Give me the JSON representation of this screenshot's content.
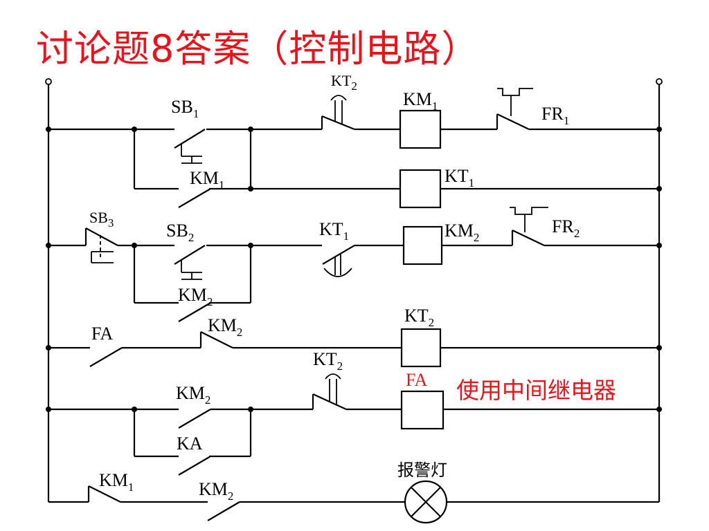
{
  "title": "讨论题8答案（控制电路）",
  "note": "使用中间继电器",
  "components": {
    "sb1": {
      "base": "SB",
      "sub": "1"
    },
    "km1_hold": {
      "base": "KM",
      "sub": "1"
    },
    "kt2_top": {
      "base": "KT",
      "sub": "2"
    },
    "km1_coil": {
      "base": "KM",
      "sub": "1"
    },
    "fr1_contact": {
      "base": "FR",
      "sub": "1"
    },
    "kt1_coil": {
      "base": "KT",
      "sub": "1"
    },
    "sb3": {
      "base": "SB",
      "sub": "3"
    },
    "sb2": {
      "base": "SB",
      "sub": "2"
    },
    "km2_hold": {
      "base": "KM",
      "sub": "2"
    },
    "kt1_delay": {
      "base": "KT",
      "sub": "1"
    },
    "km2_coil": {
      "base": "KM",
      "sub": "2"
    },
    "fr2_contact": {
      "base": "FR",
      "sub": "2"
    },
    "fa_contact": {
      "base": "FA",
      "sub": ""
    },
    "km2_nc": {
      "base": "KM",
      "sub": "2"
    },
    "kt2_coil": {
      "base": "KT",
      "sub": "2"
    },
    "km2_no": {
      "base": "KM",
      "sub": "2"
    },
    "ka_contact": {
      "base": "KA",
      "sub": ""
    },
    "kt2_nc": {
      "base": "KT",
      "sub": "2"
    },
    "fa_coil": {
      "base": "FA",
      "sub": ""
    },
    "km1_lamp": {
      "base": "KM",
      "sub": "1"
    },
    "km2_lamp": {
      "base": "KM",
      "sub": "2"
    }
  },
  "lamp_label": "报警灯",
  "colors": {
    "highlight": "#e8141c",
    "line": "#000000"
  }
}
